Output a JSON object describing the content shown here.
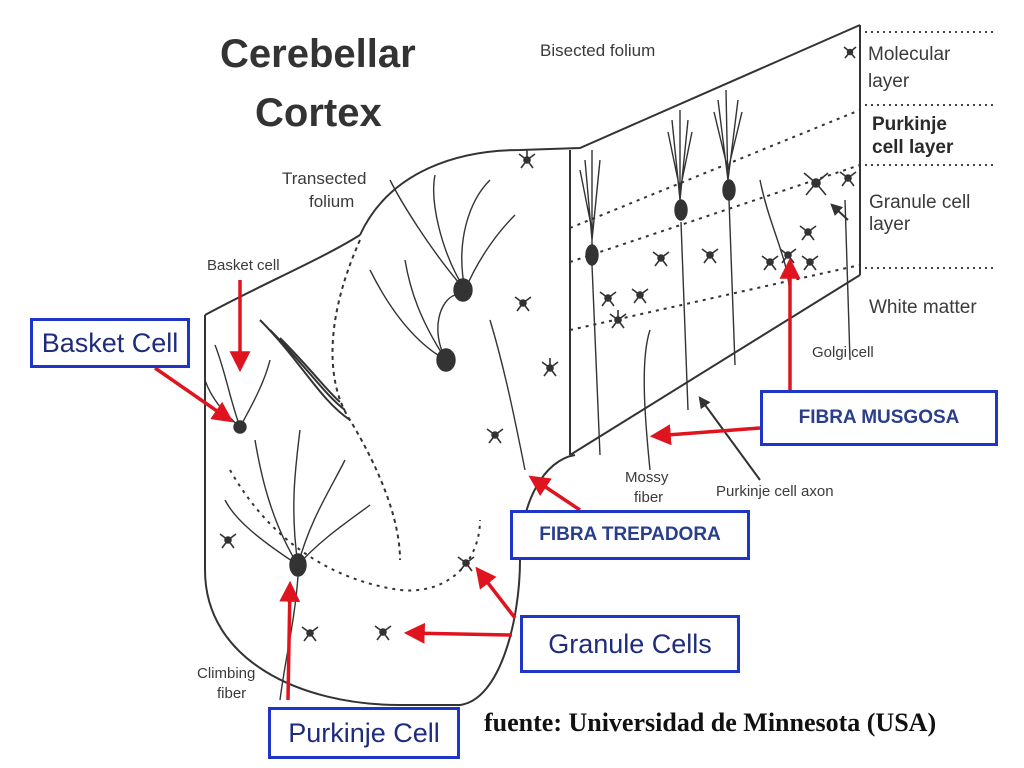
{
  "title": {
    "line1": "Cerebellar",
    "line2": "Cortex"
  },
  "diagram_labels": {
    "bisected_folium": "Bisected folium",
    "transected_folium_1": "Transected",
    "transected_folium_2": "folium",
    "basket_cell": "Basket cell",
    "white_matter": "White matter",
    "golgi_cell": "Golgi cell",
    "mossy_fiber_1": "Mossy",
    "mossy_fiber_2": "fiber",
    "purkinje_cell_axon": "Purkinje cell axon",
    "climbing_fiber_1": "Climbing",
    "climbing_fiber_2": "fiber"
  },
  "layers": {
    "molecular_1": "Molecular",
    "molecular_2": "layer",
    "purkinje_1": "Purkinje",
    "purkinje_2": "cell layer",
    "granule_1": "Granule cell",
    "granule_2": "layer"
  },
  "callouts": {
    "basket_cell": "Basket Cell",
    "fibra_musgosa": "FIBRA MUSGOSA",
    "fibra_trepadora": "FIBRA TREPADORA",
    "granule_cells": "Granule Cells",
    "purkinje_cell": "Purkinje Cell"
  },
  "source": "fuente: Universidad de Minnesota (USA)",
  "colors": {
    "callout_border": "#1e35c8",
    "arrow": "#e0141e",
    "line_art": "#333333"
  }
}
